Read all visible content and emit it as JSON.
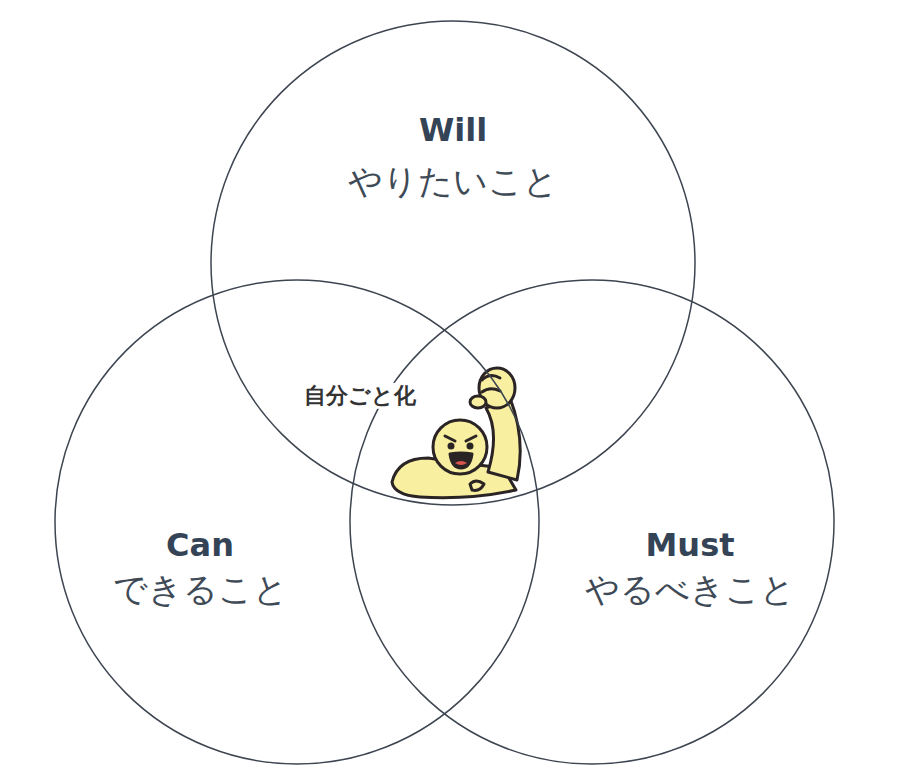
{
  "diagram": {
    "nodes": [
      {
        "text": [
          "Will",
          "やりたいこと"
        ]
      },
      {
        "text": [
          "Can",
          "できること"
        ]
      },
      {
        "text": [
          "Must",
          "やるべきこと"
        ]
      }
    ],
    "labels": [
      "自分ごと化"
    ]
  }
}
